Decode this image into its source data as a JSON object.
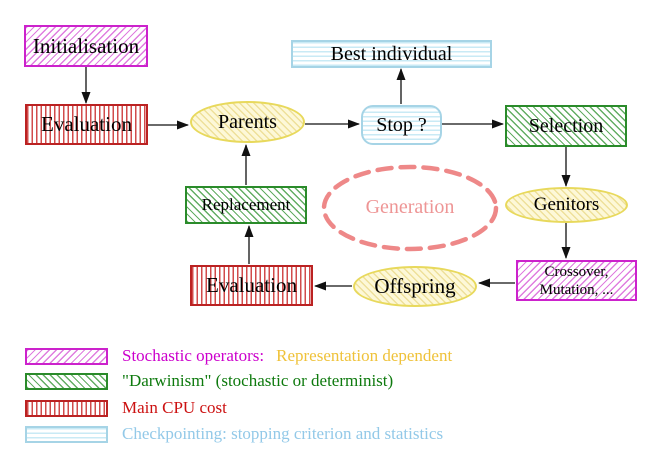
{
  "diagram": {
    "nodes": {
      "initialisation": {
        "label": "Initialisation"
      },
      "evaluation_top": {
        "label": "Evaluation"
      },
      "parents": {
        "label": "Parents"
      },
      "best_individual": {
        "label": "Best individual"
      },
      "stop": {
        "label": "Stop ?"
      },
      "selection": {
        "label": "Selection"
      },
      "genitors": {
        "label": "Genitors"
      },
      "crossover_mutation": {
        "line1": "Crossover,",
        "line2": "Mutation, ..."
      },
      "offspring": {
        "label": "Offspring"
      },
      "evaluation_bottom": {
        "label": "Evaluation"
      },
      "replacement": {
        "label": "Replacement"
      },
      "generation": {
        "label": "Generation"
      }
    },
    "colors": {
      "stochastic_magenta": "#cc22cc",
      "darwinism_green": "#2a8b2a",
      "cpu_red": "#bb2222",
      "checkpoint_cyan": "#a6d4e6",
      "population_yellow": "#e8d95c",
      "generation_salmon": "#ee8888",
      "arrow_black": "#111111",
      "representation_gold": "#efc23a"
    }
  },
  "legend": {
    "rows": [
      {
        "swatch": "magenta-diagonal-hatch",
        "label": "Stochastic operators:",
        "label2": "Representation dependent"
      },
      {
        "swatch": "green-diagonal-hatch",
        "label": "\"Darwinism\" (stochastic or determinist)",
        "label2": ""
      },
      {
        "swatch": "red-vertical-stripes",
        "label": "Main CPU cost",
        "label2": ""
      },
      {
        "swatch": "cyan-horizontal-stripes",
        "label": "Checkpointing: stopping criterion and statistics",
        "label2": ""
      }
    ]
  }
}
